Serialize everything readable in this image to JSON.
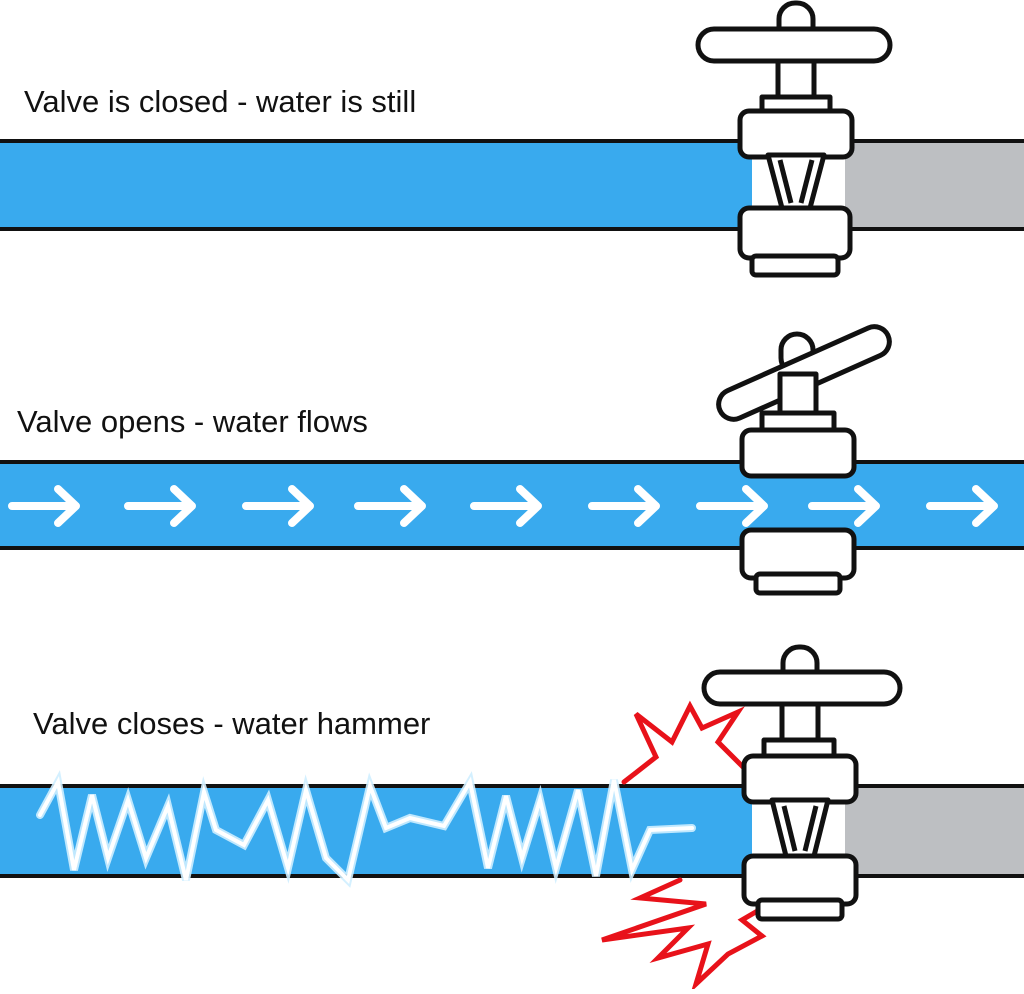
{
  "panels": [
    {
      "caption": "Valve is closed - water is still",
      "valve_state": "closed",
      "flow": "still"
    },
    {
      "caption": "Valve opens - water flows",
      "valve_state": "open",
      "flow": "flowing"
    },
    {
      "caption": "Valve closes - water hammer",
      "valve_state": "closed",
      "flow": "water-hammer"
    }
  ],
  "colors": {
    "water": "#39aaee",
    "empty_pipe": "#bdbfc2",
    "outline": "#111111",
    "arrow": "#ffffff",
    "pressure_wave": "#ffffff",
    "impact": "#e8121a"
  },
  "icons": [
    "valve-icon",
    "flow-arrow-icon",
    "pressure-wave-icon",
    "impact-burst-icon"
  ]
}
